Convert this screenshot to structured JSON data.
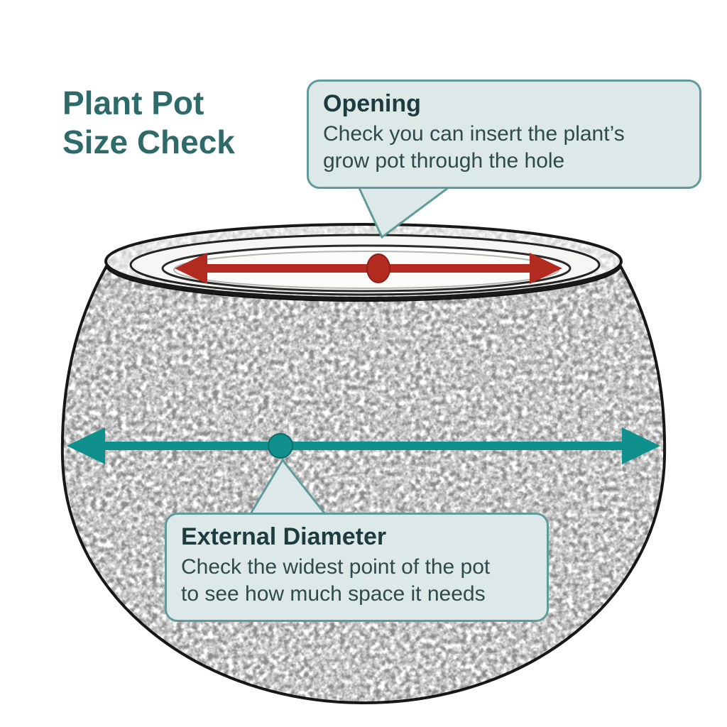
{
  "title": {
    "line1": "Plant Pot",
    "line2": "Size Check"
  },
  "callouts": {
    "opening": {
      "title": "Opening",
      "body_line1": "Check you can insert the plant’s",
      "body_line2": "grow pot through the hole"
    },
    "external_diameter": {
      "title": "External Diameter",
      "body_line1": "Check the widest point of the pot",
      "body_line2": "to see how much space it needs"
    }
  },
  "diagram": {
    "subject": "plant pot sketch",
    "opening_measure": "opening width double-headed arrow with center point",
    "diameter_measure": "external diameter double-headed arrow with center point"
  },
  "colors": {
    "title_color": "#2e6a6a",
    "callout_bg": "#dde8e8",
    "callout_border": "#5f9b9b",
    "heading_text": "#1d3c3d",
    "body_text": "#2f4a4a",
    "arrow_red": "#b22a20",
    "arrow_red_dark": "#8f1f18",
    "arrow_teal": "#0f908d",
    "arrow_teal_dark": "#0b6b6a",
    "sketch_ink": "#1a1a1a"
  }
}
